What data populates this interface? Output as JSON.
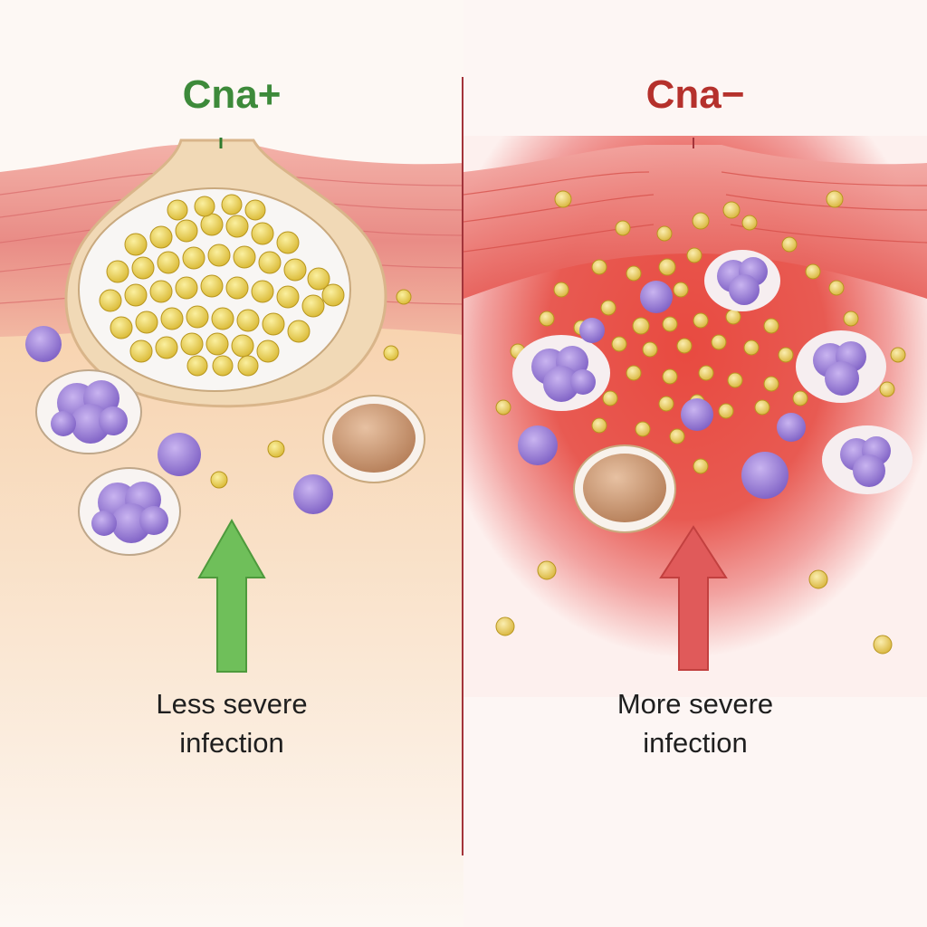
{
  "panels": {
    "left": {
      "heading": "Cna+",
      "caption_line1": "Less severe",
      "caption_line2": "infection",
      "arrow_color": "#6fbf5a",
      "heading_color": "#3d8a3a"
    },
    "right": {
      "heading": "Cna−",
      "caption_line1": "More severe",
      "caption_line2": "infection",
      "arrow_color": "#e05a5a",
      "heading_color": "#b5312c"
    }
  },
  "colors": {
    "bacteria": "#e9cd4c",
    "neutrophil": "#9b7fd6",
    "macrophage": "#c99a78",
    "muscle": "#e88a8a",
    "tissue_calm": "#f6d8b4",
    "tissue_inflamed": "#e23a3a"
  }
}
